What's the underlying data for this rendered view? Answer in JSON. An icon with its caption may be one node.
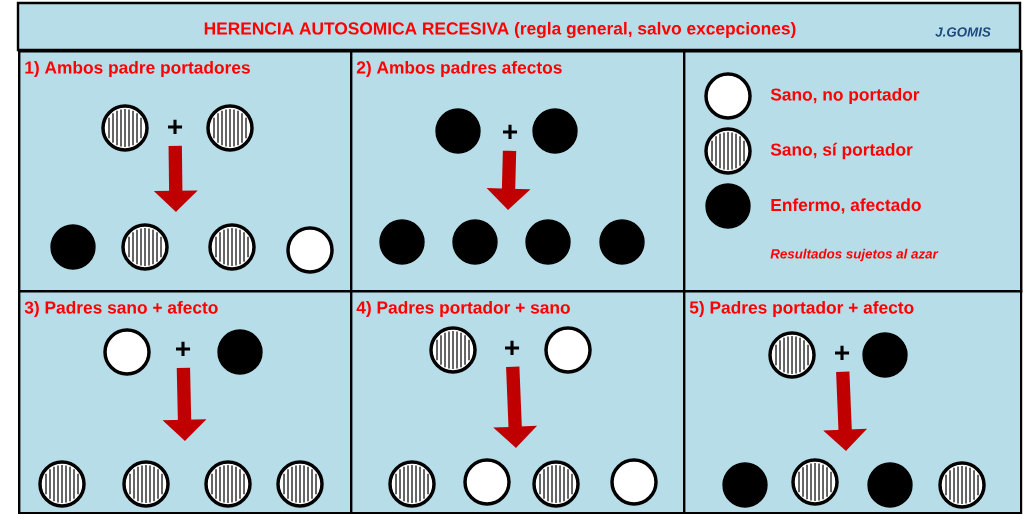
{
  "diagram": {
    "title": "HERENCIA AUTOSOMICA RECESIVA (regla general, salvo excepciones)",
    "nodes": [
      {
        "text": [
          "1) Ambos padre portadores"
        ]
      },
      {
        "text": [],
        "shape": "circle",
        "in": 0
      },
      {
        "text": [
          "+"
        ],
        "in": 0
      },
      {
        "text": [],
        "shape": "circle",
        "in": 0
      },
      {
        "text": [],
        "shape": "circle",
        "in": 0
      },
      {
        "text": [],
        "shape": "circle",
        "in": 0
      },
      {
        "text": [],
        "shape": "circle",
        "in": 0
      },
      {
        "text": [],
        "shape": "circle",
        "in": 0
      },
      {
        "text": [
          "2) Ambos padres afectos"
        ]
      },
      {
        "text": [],
        "shape": "circle",
        "in": 8
      },
      {
        "text": [
          "+"
        ],
        "in": 8
      },
      {
        "text": [],
        "shape": "circle",
        "in": 8
      },
      {
        "text": [],
        "shape": "circle",
        "in": 8
      },
      {
        "text": [],
        "shape": "circle",
        "in": 8
      },
      {
        "text": [],
        "shape": "circle",
        "in": 8
      },
      {
        "text": [],
        "shape": "circle",
        "in": 8
      },
      {
        "text": [],
        "shape": "box"
      },
      {
        "text": [
          "3) Padres sano  + afecto"
        ]
      },
      {
        "text": [],
        "shape": "circle",
        "in": 17
      },
      {
        "text": [
          "+"
        ],
        "in": 17
      },
      {
        "text": [],
        "shape": "circle",
        "in": 17
      },
      {
        "text": [],
        "shape": "circle",
        "in": 17
      },
      {
        "text": [],
        "shape": "circle",
        "in": 17
      },
      {
        "text": [],
        "shape": "circle",
        "in": 17
      },
      {
        "text": [],
        "shape": "circle",
        "in": 17
      },
      {
        "text": [
          "4) Padres portador + sano"
        ]
      },
      {
        "text": [],
        "shape": "circle",
        "in": 25
      },
      {
        "text": [
          "+"
        ],
        "in": 25
      },
      {
        "text": [],
        "shape": "circle",
        "in": 25
      },
      {
        "text": [],
        "shape": "circle",
        "in": 25
      },
      {
        "text": [],
        "shape": "circle",
        "in": 25
      },
      {
        "text": [],
        "shape": "circle",
        "in": 25
      },
      {
        "text": [],
        "shape": "circle",
        "in": 25
      },
      {
        "text": [
          "5) Padres portador + afecto"
        ]
      },
      {
        "text": [],
        "shape": "circle",
        "in": 33
      },
      {
        "text": [
          "+"
        ],
        "in": 33
      },
      {
        "text": [],
        "shape": "circle",
        "in": 33
      },
      {
        "text": [],
        "shape": "circle",
        "in": 33
      },
      {
        "text": [],
        "shape": "circle",
        "in": 33
      },
      {
        "text": [],
        "shape": "circle",
        "in": 33
      },
      {
        "text": [],
        "shape": "circle",
        "in": 33
      }
    ],
    "edges": [
      {
        "from": 2,
        "to": null,
        "arrow": "to"
      },
      {
        "from": 10,
        "to": null,
        "arrow": "to"
      },
      {
        "from": 19,
        "to": null,
        "arrow": "to"
      },
      {
        "from": 27,
        "to": null,
        "arrow": "to"
      },
      {
        "from": 35,
        "to": null,
        "arrow": "to"
      }
    ],
    "labels": [
      "J.GOMIS",
      "Resultados sujetos al azar"
    ],
    "legend": [
      {
        "text": "Sano,  no portador"
      },
      {
        "text": "Sano,  sí portador"
      },
      {
        "text": "Enfermo, afectado"
      }
    ]
  }
}
